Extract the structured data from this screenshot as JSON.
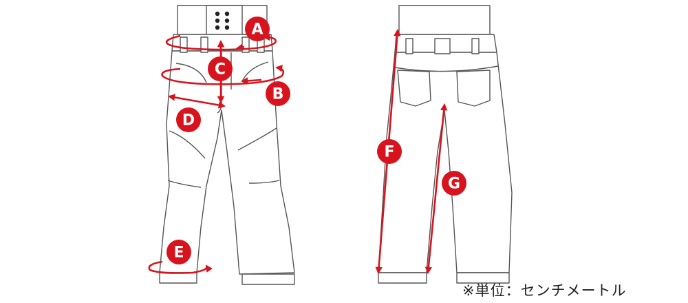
{
  "labels": {
    "A": "A",
    "B": "B",
    "C": "C",
    "D": "D",
    "E": "E",
    "F": "F",
    "G": "G"
  },
  "note": "※単位：センチメートル",
  "colors": {
    "accent": "#d7141d",
    "outline": "#555555",
    "fill": "#ffffff"
  }
}
